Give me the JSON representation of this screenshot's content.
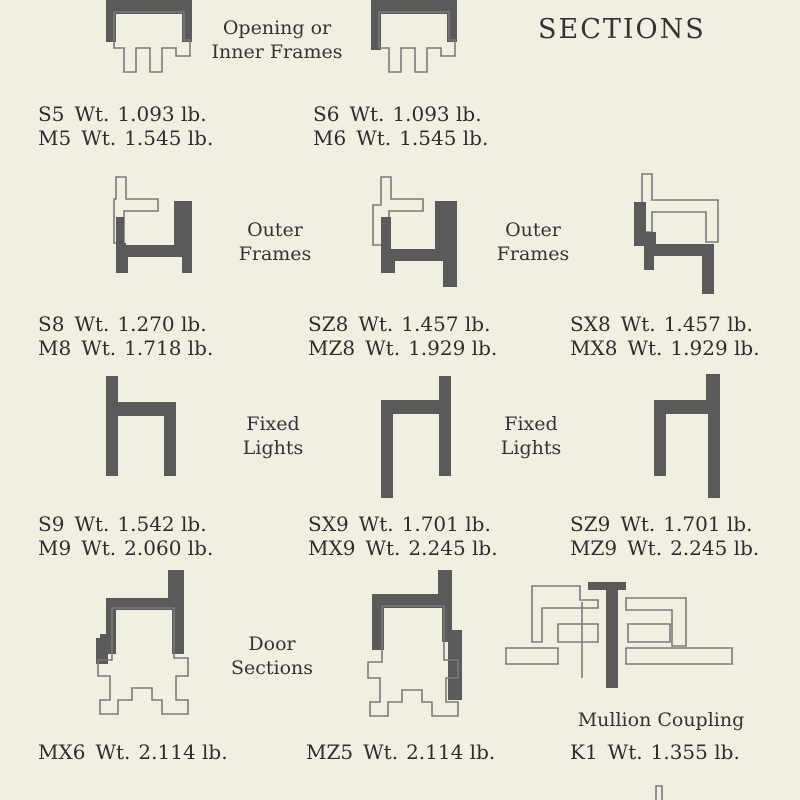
{
  "heading": "SECTIONS",
  "captions": {
    "opening": "Opening or\nInner Frames",
    "outer_1": "Outer\nFrames",
    "outer_2": "Outer\nFrames",
    "fixed_1": "Fixed\nLights",
    "fixed_2": "Fixed\nLights",
    "door": "Door\nSections",
    "mullion": "Mullion Coupling"
  },
  "sections": [
    {
      "code": "S5",
      "weight_label": "Wt.",
      "weight": "1.093 lb."
    },
    {
      "code": "M5",
      "weight_label": "Wt.",
      "weight": "1.545 lb."
    },
    {
      "code": "S6",
      "weight_label": "Wt.",
      "weight": "1.093 lb."
    },
    {
      "code": "M6",
      "weight_label": "Wt.",
      "weight": "1.545 lb."
    },
    {
      "code": "S8",
      "weight_label": "Wt.",
      "weight": "1.270 lb."
    },
    {
      "code": "M8",
      "weight_label": "Wt.",
      "weight": "1.718 lb."
    },
    {
      "code": "SZ8",
      "weight_label": "Wt.",
      "weight": "1.457 lb."
    },
    {
      "code": "MZ8",
      "weight_label": "Wt.",
      "weight": "1.929 lb."
    },
    {
      "code": "SX8",
      "weight_label": "Wt.",
      "weight": "1.457 lb."
    },
    {
      "code": "MX8",
      "weight_label": "Wt.",
      "weight": "1.929 lb."
    },
    {
      "code": "S9",
      "weight_label": "Wt.",
      "weight": "1.542 lb."
    },
    {
      "code": "M9",
      "weight_label": "Wt.",
      "weight": "2.060 lb."
    },
    {
      "code": "SX9",
      "weight_label": "Wt.",
      "weight": "1.701 lb."
    },
    {
      "code": "MX9",
      "weight_label": "Wt.",
      "weight": "2.245 lb."
    },
    {
      "code": "SZ9",
      "weight_label": "Wt.",
      "weight": "1.701 lb."
    },
    {
      "code": "MZ9",
      "weight_label": "Wt.",
      "weight": "2.245 lb."
    },
    {
      "code": "MX6",
      "weight_label": "Wt.",
      "weight": "2.114 lb."
    },
    {
      "code": "MZ5",
      "weight_label": "Wt.",
      "weight": "2.114 lb."
    },
    {
      "code": "K1",
      "weight_label": "Wt.",
      "weight": "1.355 lb."
    }
  ]
}
